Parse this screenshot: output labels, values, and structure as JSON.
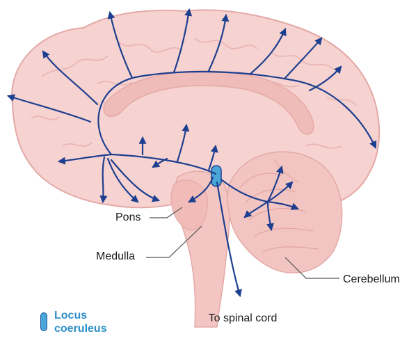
{
  "labels": {
    "pons": "Pons",
    "medulla": "Medulla",
    "cerebellum": "Cerebellum",
    "spinal_cord": "To spinal cord"
  },
  "legend": {
    "line1": "Locus",
    "line2": "coeruleus",
    "swatch_color": "#4aa6d6"
  },
  "colors": {
    "brain_fill": "#f6d2d0",
    "brain_outline": "#e3a9a6",
    "pathway": "#1d3f8f",
    "leader_line": "#555555"
  }
}
